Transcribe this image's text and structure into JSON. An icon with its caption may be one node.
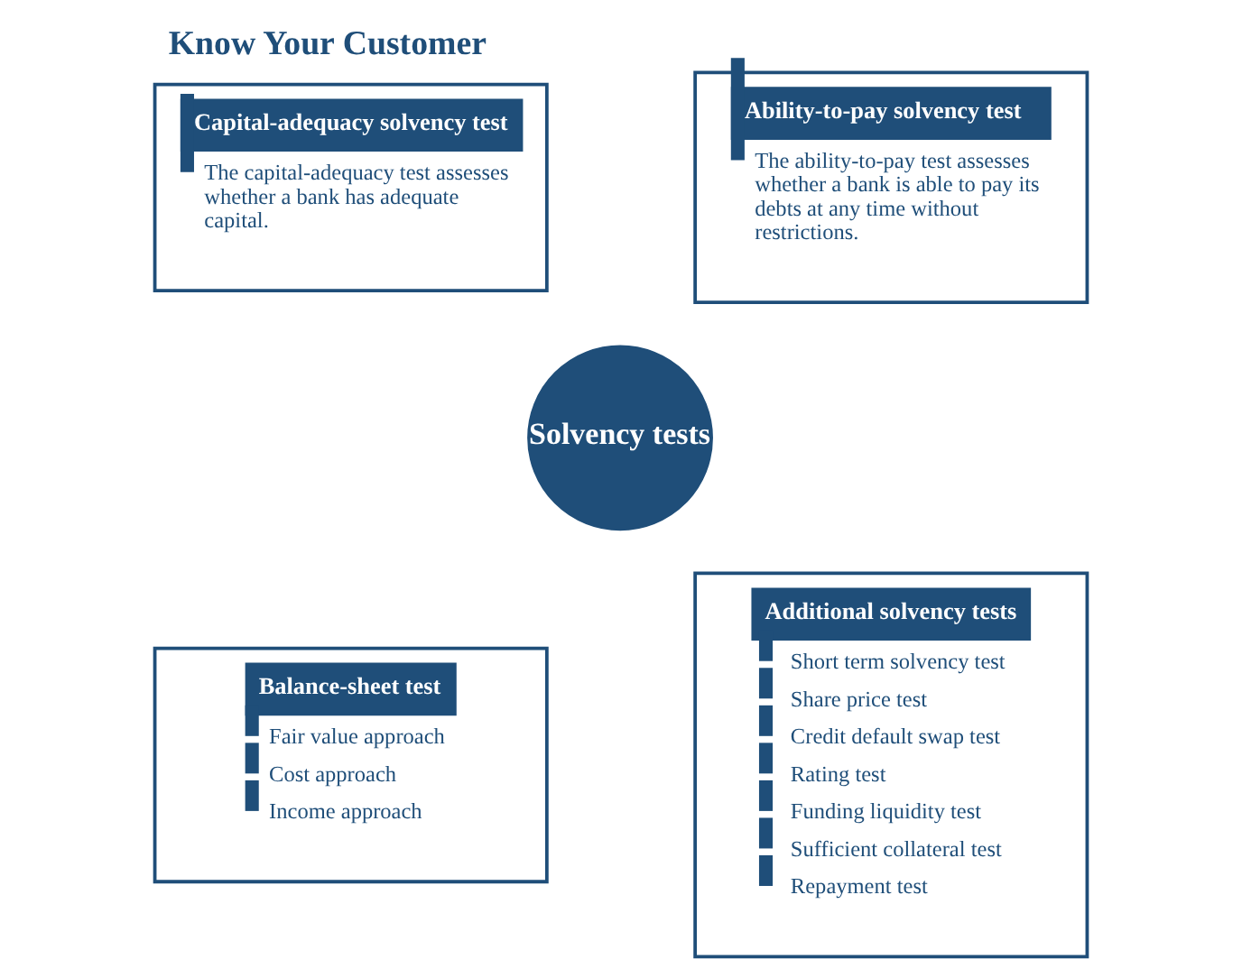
{
  "diagram": {
    "title": "Know Your Customer",
    "nodes": [
      {
        "text": [
          "Capital-adequacy solvency test",
          "The capital-adequacy test assesses whether a bank has adequate capital."
        ]
      },
      {
        "text": [
          "Ability-to-pay solvency test",
          "The ability-to-pay test assesses whether a bank is able to pay its debts at any time without restrictions."
        ]
      },
      {
        "text": [
          "Solvency tests"
        ]
      },
      {
        "text": [
          "Balance-sheet test",
          "Fair value approach",
          "Cost approach",
          "Income approach"
        ]
      },
      {
        "text": [
          "Additional solvency tests",
          "Short term solvency test",
          "Share price test",
          "Credit default swap test",
          "Rating test",
          "Funding liquidity test",
          "Sufficient collateral test",
          "Repayment test"
        ]
      }
    ],
    "edges": []
  }
}
